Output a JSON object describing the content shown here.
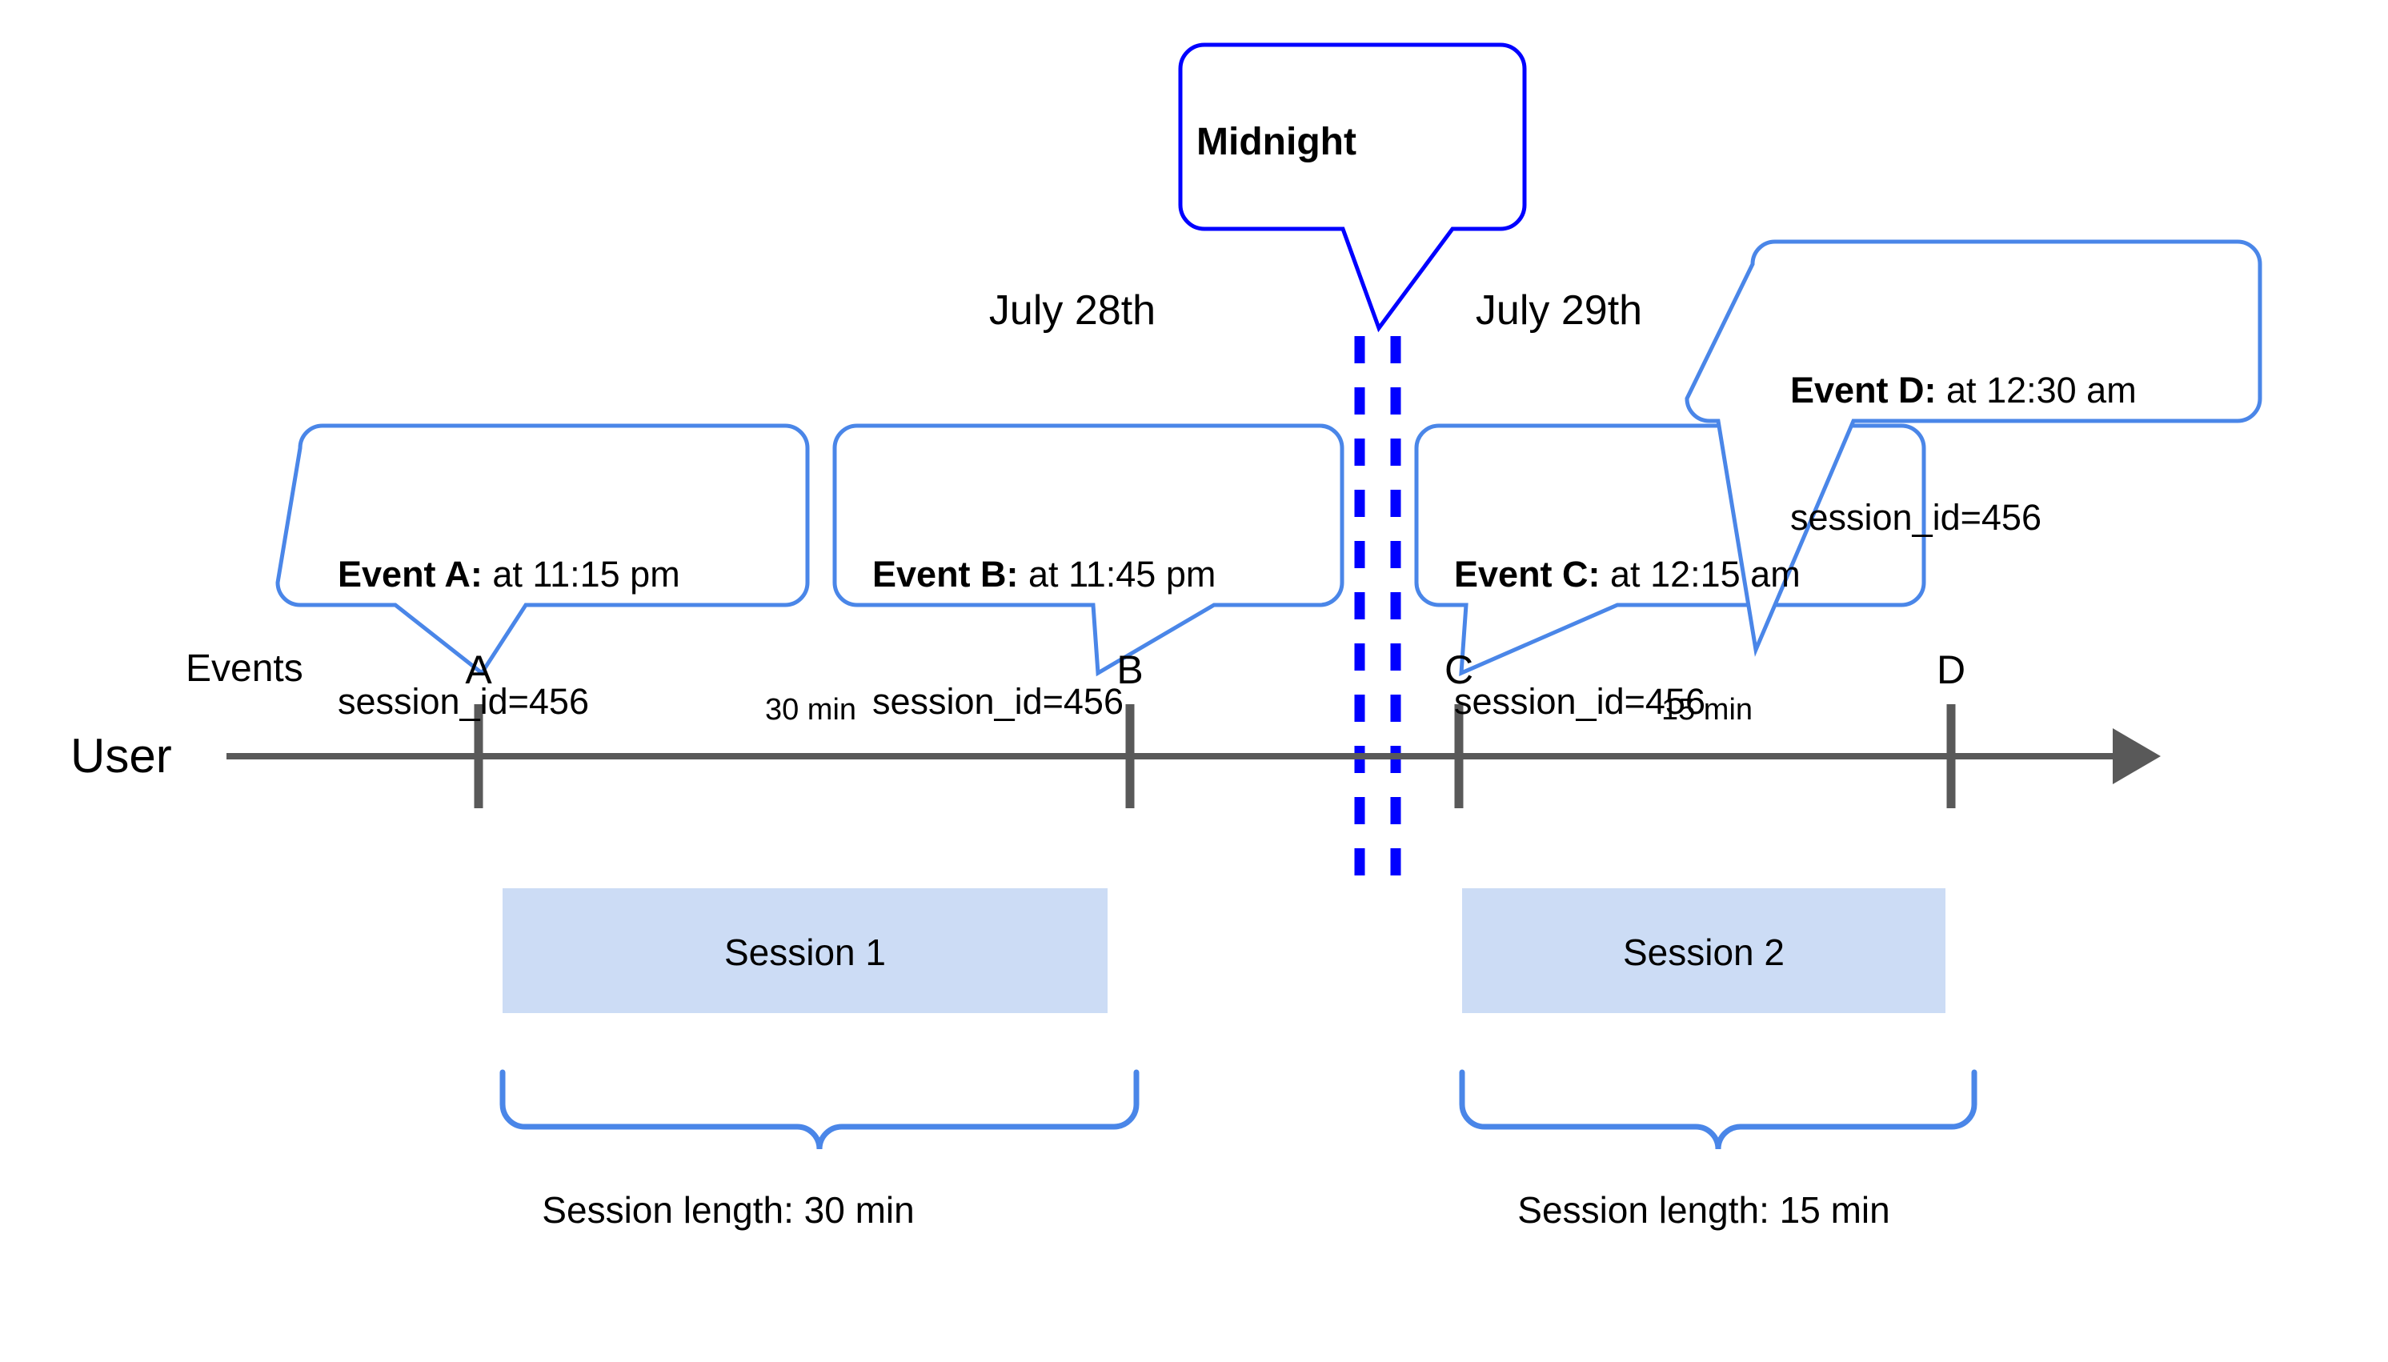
{
  "diagram": {
    "title_callout": {
      "label": "Midnight"
    },
    "dates": [
      {
        "label": "July 28th"
      },
      {
        "label": "July 29th"
      }
    ],
    "lane_labels": {
      "user": "User",
      "events": "Events"
    },
    "events": [
      {
        "letter": "A",
        "title": "Event A:",
        "time": " at 11:15 pm",
        "detail": "session_id=456"
      },
      {
        "letter": "B",
        "title": "Event B:",
        "time": " at 11:45 pm",
        "detail": "session_id=456"
      },
      {
        "letter": "C",
        "title": "Event C:",
        "time": " at 12:15 am",
        "detail": "session_id=456"
      },
      {
        "letter": "D",
        "title": "Event D:",
        "time": " at 12:30 am",
        "detail": "session_id=456"
      }
    ],
    "durations": [
      {
        "label": "30 min"
      },
      {
        "label": "15 min"
      }
    ],
    "sessions": [
      {
        "box_label": "Session 1",
        "length_label": "Session length: 30 min"
      },
      {
        "box_label": "Session 2",
        "length_label": "Session length: 15 min"
      }
    ],
    "colors": {
      "callout_border": "#4a86e8",
      "midnight_border": "#0000ff",
      "midnight_dash": "#0000ff",
      "axis": "#595959",
      "tick": "#595959",
      "session_fill": "#ccdcf5",
      "brace": "#4a86e8",
      "text": "#000000"
    }
  }
}
